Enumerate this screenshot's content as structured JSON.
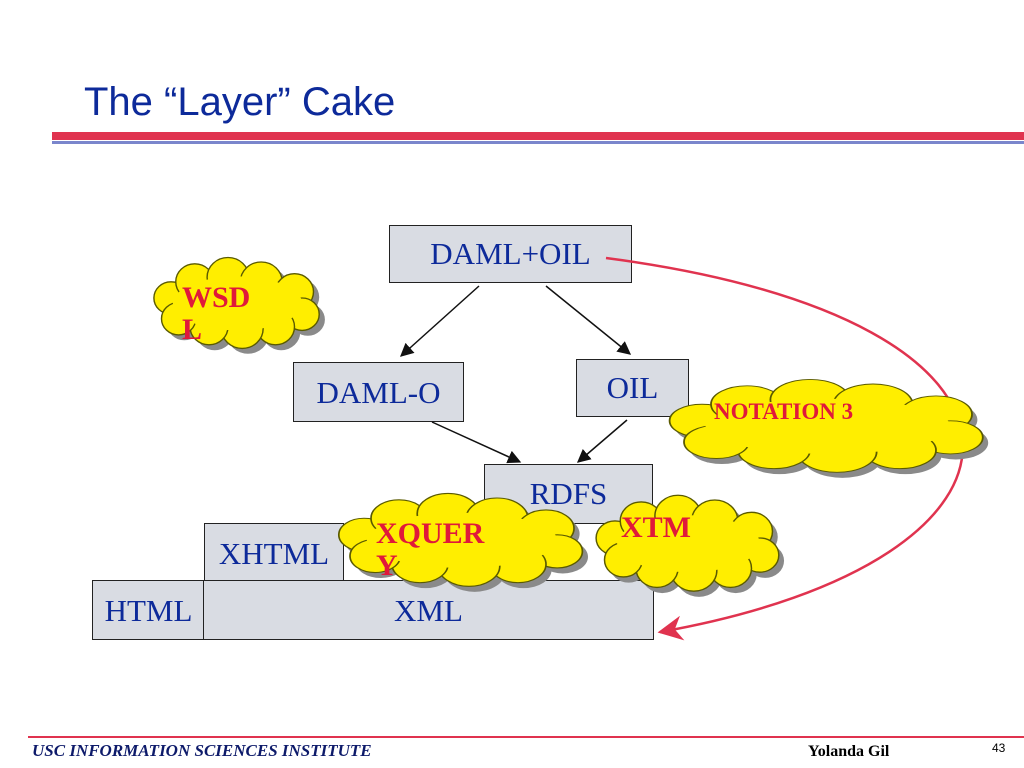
{
  "slide": {
    "title": "The “Layer” Cake",
    "footer_left": "USC INFORMATION SCIENCES INSTITUTE",
    "footer_right": "Yolanda Gil",
    "page_number": "43"
  },
  "layers": {
    "daml_oil": "DAML+OIL",
    "daml_o": "DAML-O",
    "oil": "OIL",
    "rdfs": "RDFS",
    "xhtml": "XHTML",
    "html": "HTML",
    "xml": "XML"
  },
  "clouds": {
    "wsdl_line1": "WSD",
    "wsdl_line2": "L",
    "notation3": "NOTATION 3",
    "xquery_line1": "XQUER",
    "xquery_line2": "Y",
    "xtm": "XTM"
  },
  "colors": {
    "title_blue": "#0d2a9a",
    "accent_red": "#e0334f",
    "cloud_yellow": "#ffee00",
    "box_gray": "#d9dce3"
  }
}
